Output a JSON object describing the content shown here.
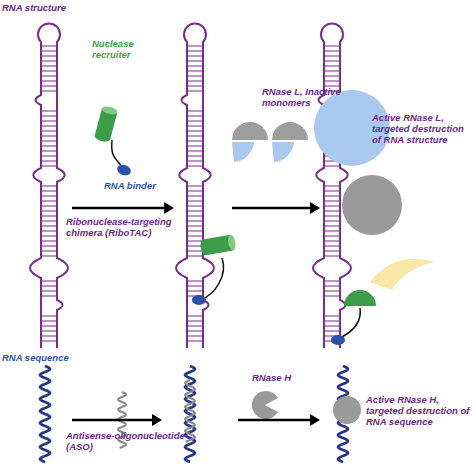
{
  "diagram": {
    "labels": [
      "RNA structure",
      "Nuclease recruiter",
      "RNA binder",
      "Ribonuclease-targeting chimera (RiboTAC)",
      "RNase L, Inactive monomers",
      "Active RNase L, targeted destruction of RNA structure",
      "RNA sequence",
      "Antisense-oligonucleotide (ASO)",
      "RNase H",
      "Active RNase H, targeted destruction of RNA sequence"
    ]
  }
}
